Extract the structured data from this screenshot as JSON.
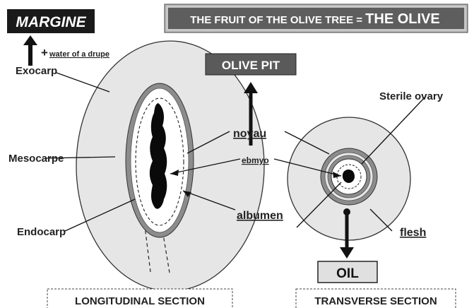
{
  "title": {
    "prefix": "THE FRUIT OF THE OLIVE TREE = ",
    "main": "THE OLIVE"
  },
  "boxes": {
    "margine": "MARGINE",
    "olive_pit": "OLIVE PIT",
    "oil": "OIL",
    "longitudinal_section": "LONGITUDINAL SECTION",
    "transverse_section": "TRANSVERSE SECTION"
  },
  "labels": {
    "water_plus": "+",
    "water_of_drupe": "water of a drupe",
    "exocarp": "Exocarp",
    "mesocarpe": "Mesocarpe",
    "endocarp": "Endocarp",
    "noyau": "noyau",
    "ebmyo": "ebmyo",
    "albumen": "albumen",
    "sterile_ovary": "Sterile ovary",
    "flesh": "flesh"
  },
  "colors": {
    "flesh": "#e6e6e6",
    "endocarp_ring": "#8c8c8c",
    "dark_box": "#1a1a1a",
    "grey_box": "#5a5a5a"
  }
}
